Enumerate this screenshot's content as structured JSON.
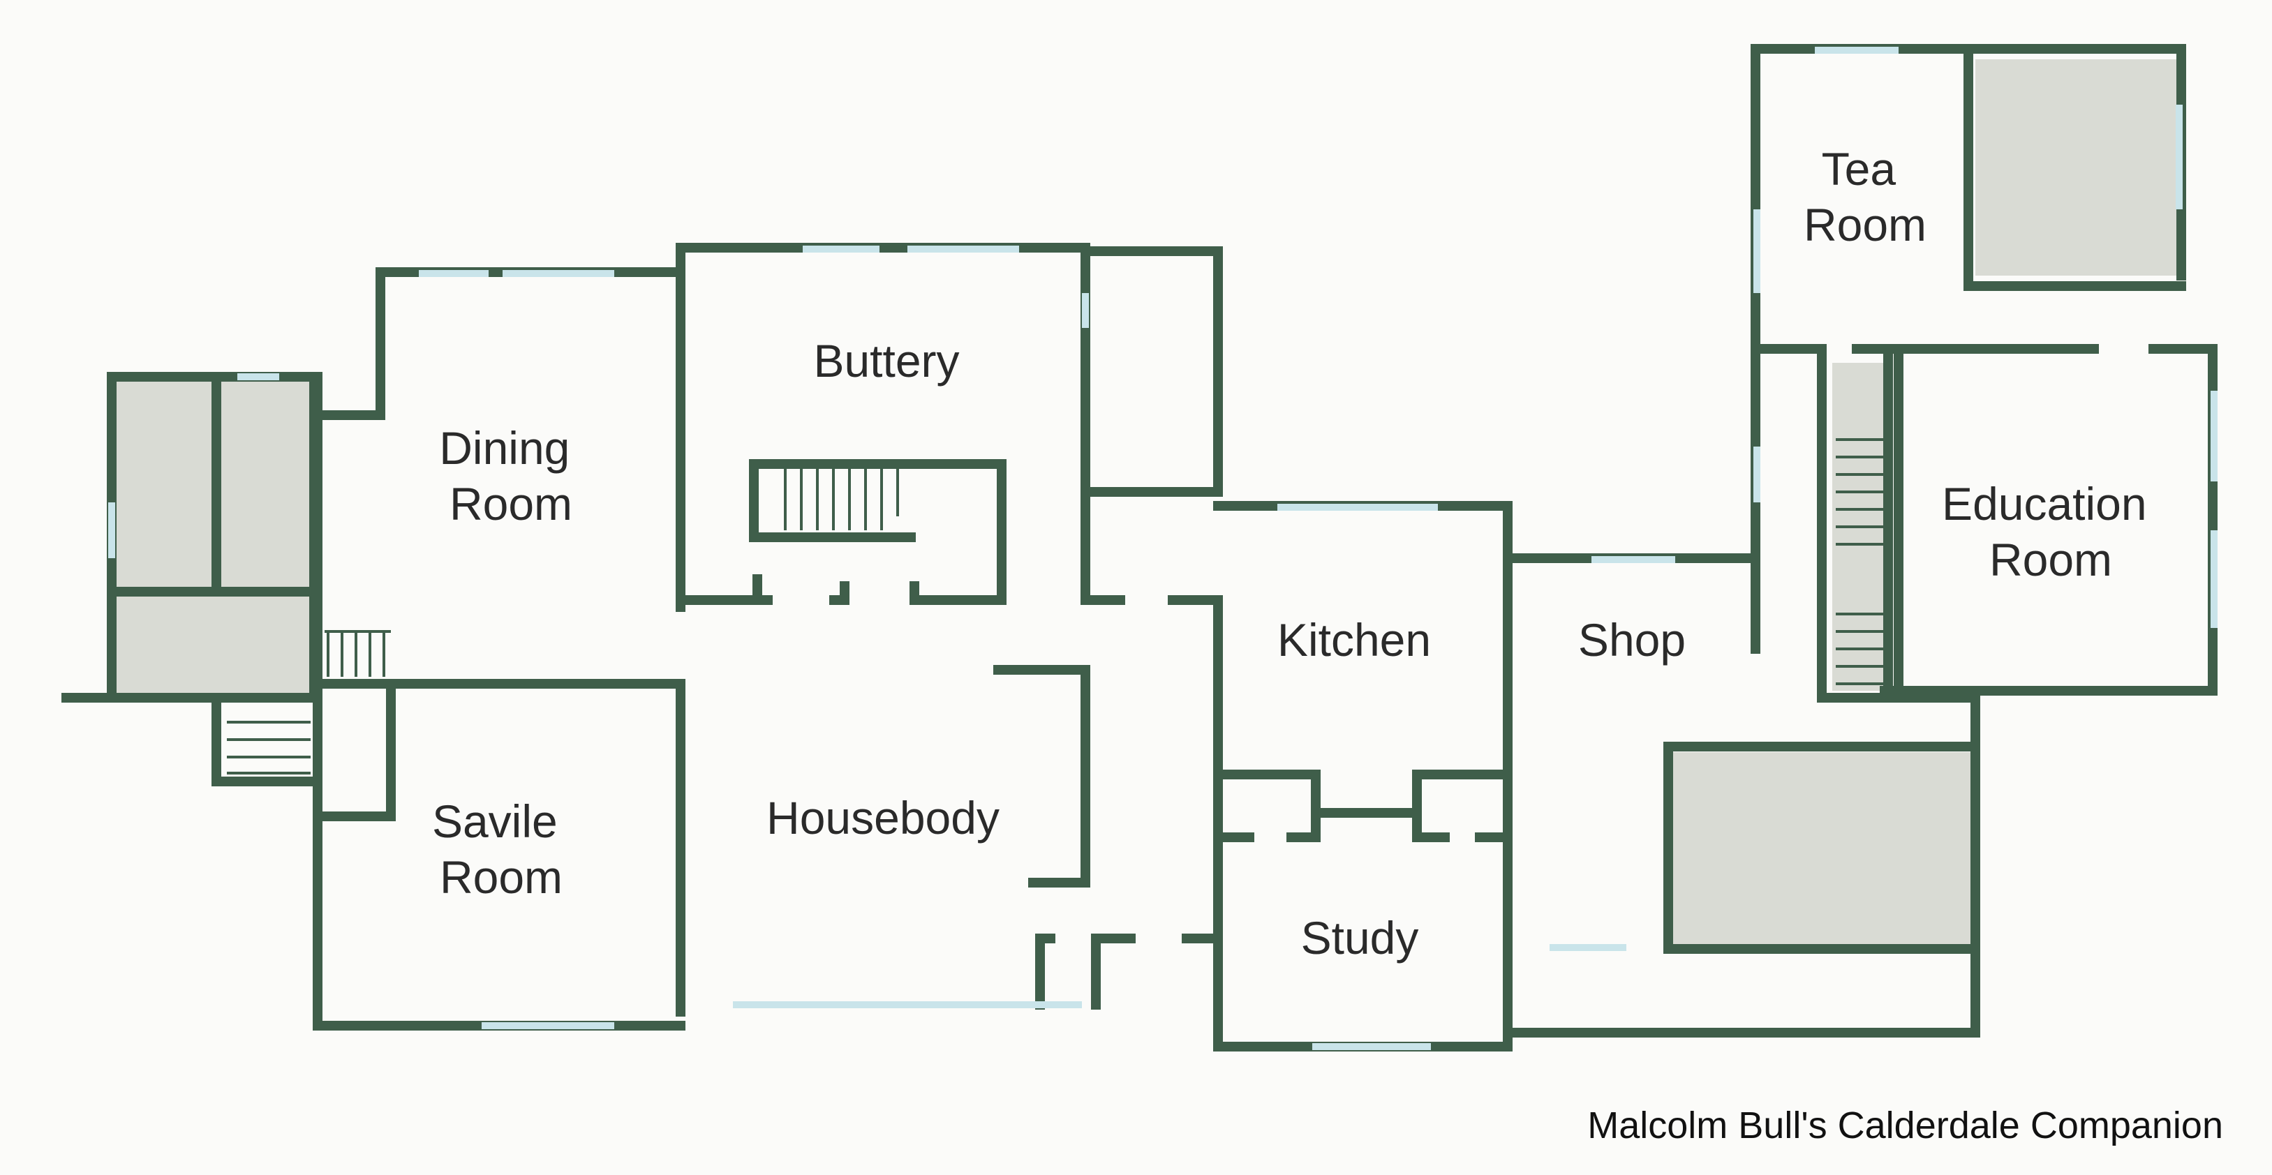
{
  "plan": {
    "rooms": [
      {
        "id": "tea-room",
        "lines": [
          "Tea",
          "Room"
        ]
      },
      {
        "id": "buttery",
        "lines": [
          "Buttery"
        ]
      },
      {
        "id": "dining-room",
        "lines": [
          "Dining",
          "Room"
        ]
      },
      {
        "id": "education-room",
        "lines": [
          "Education",
          "Room"
        ]
      },
      {
        "id": "kitchen",
        "lines": [
          "Kitchen"
        ]
      },
      {
        "id": "shop",
        "lines": [
          "Shop"
        ]
      },
      {
        "id": "housebody",
        "lines": [
          "Housebody"
        ]
      },
      {
        "id": "savile-room",
        "lines": [
          "Savile",
          "Room"
        ]
      },
      {
        "id": "study",
        "lines": [
          "Study"
        ]
      }
    ]
  },
  "credit": "Malcolm Bull's Calderdale Companion",
  "colors": {
    "wall": "#3f5e4a",
    "window": "#c9e4ea",
    "shaded": "#d9dbd4",
    "background": "#fbfbf9"
  }
}
